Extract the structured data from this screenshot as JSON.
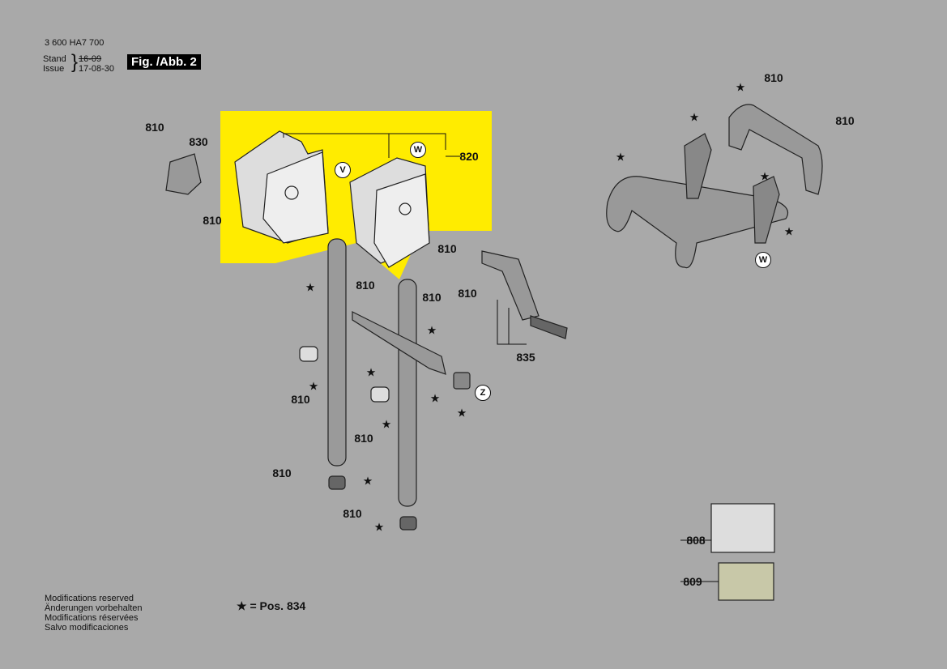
{
  "header": {
    "doc_number": "3 600 HA7 700",
    "stand_label": "Stand",
    "issue_label": "Issue",
    "old_date": "16-09",
    "date": "17-08-30",
    "figure": "Fig. /Abb. 2"
  },
  "callouts": {
    "p810": "810",
    "p830": "830",
    "p820": "820",
    "p835": "835",
    "p808": "808",
    "p809": "809",
    "V": "V",
    "W": "W",
    "Z": "Z"
  },
  "star": "★",
  "legend": "★ = Pos. 834",
  "footer": [
    "Modifications reserved",
    "Änderungen vorbehalten",
    "Modifications réservées",
    "Salvo modificaciones"
  ],
  "colors": {
    "highlight": "#ffec00",
    "background": "#a9a9a9"
  }
}
